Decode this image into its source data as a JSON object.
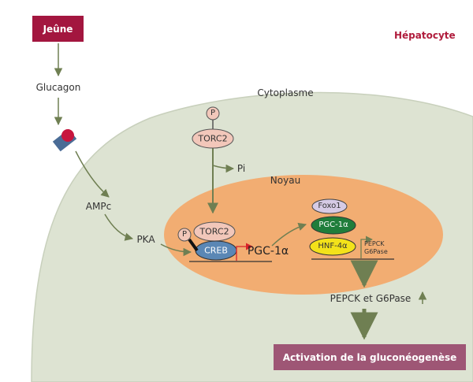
{
  "labels": {
    "fasting": "Jeûne",
    "hepatocyte": "Hépatocyte",
    "glucagon": "Glucagon",
    "cytoplasm": "Cytoplasme",
    "ampc": "AMPc",
    "pka": "PKA",
    "pi": "Pi",
    "nucleus": "Noyau",
    "phospho": "P",
    "torc2": "TORC2",
    "creb": "CREB",
    "pgc1a_gene": "PGC-1α",
    "foxo1": "Foxo1",
    "pgc1a_protein": "PGC-1α",
    "hnf4a": "HNF-4α",
    "pepck": "PEPCK",
    "g6pase": "G6Pase",
    "enzymes": "PEPCK et G6Pase",
    "up_arrow": "↑",
    "activation": "Activation de la gluconéogenèse"
  },
  "colors": {
    "fasting_box": "#a3163f",
    "hepatocyte_text": "#b01c3c",
    "cell_fill": "#dde3d2",
    "nucleus_fill": "#f2ad72",
    "torc2_fill": "#f2c7ba",
    "creb_fill": "#5a87b5",
    "foxo1_fill": "#d6cbe5",
    "pgc1a_fill": "#1f7d3b",
    "hnf4a_fill": "#f3e21a",
    "activation_box": "#9e5675",
    "arrow": "#6f7f52",
    "receptor": "#4a6c96",
    "ligand": "#c7163e"
  }
}
